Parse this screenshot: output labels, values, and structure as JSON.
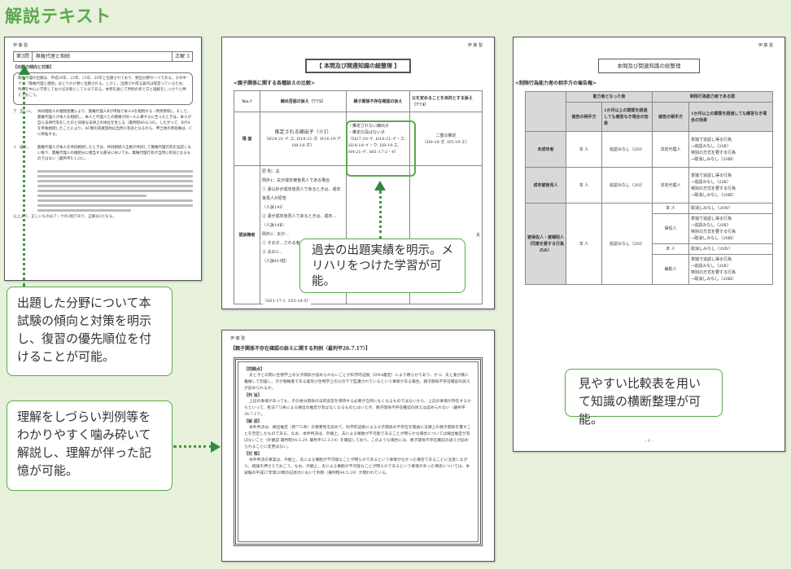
{
  "page_title": "解説テキスト",
  "doc1": {
    "school": "伊 藤 塾",
    "problem_no": "第3問",
    "problem_title": "無権代理と相続",
    "answer": "正解 3",
    "section": "【出題の傾向と対策】",
    "summary": "無権代理の出題は、平成28年、23年、21年、20年と出題されており、頻出分野の一つである。その中でも「無権代理と相続」はとりわけ頻く出題される。しかし、出題され得る論点は限定っているため、判例を中心に学習しておけば対策として十分である。本問を通じて判例の考え方と理解をしっかりと押えておこう。",
    "items": [
      {
        "mark": "ア",
        "verdict": "正しい。",
        "text": "共同相続人の相続放棄により、無権代理人Bが単独で本人Aを相続する（判例参照）。そして、無権代理人が本人を相続し、本人と代理人との資格が同一人に帰するに至ったときは、本人が自ら法律行為をしたのと同様な法律上の地位を生じる（最判昭40.6.18）。したがって、BがAを単独相続したことにより、AC間の売買契約は当然に有効となるから、甲土地の所有権は、Cに移転する。"
      },
      {
        "mark": "イ",
        "verdict": "誤り。",
        "text": "無権代理人が本人を共同相続したときは、共同相続人全員が共同して無権代理行為を追認しない限り、無権代理人の相続分に相当する部分においても、無権代理行為が当然に有効となるものではない（最判平5.1.21）。"
      }
    ],
    "footer": "以上より、正しいものはア・ウの2個であり、正解は3となる。"
  },
  "doc2": {
    "school": "伊 藤 塾",
    "heading": "【 本問及び関連知識の総整理 】",
    "subheading": "<親子関係に関する各種訴えの比較>",
    "table": {
      "headers": [
        "No.?",
        "嫡出否認の訴え（775）",
        "親子関係不存在確認の訴え",
        "父を定めることを目的とする訴え（773）"
      ],
      "row1": {
        "label": "場 面",
        "c1": "推定される嫡出子（※1）",
        "c1_refs": "（H24-21-イ,エ, H18-21-オ, H14-19-ア, H9-19-オ）",
        "c2_a": "・推定されない嫡出子",
        "c2_b": "・推定の及ばない子",
        "c2_refs": "（H27-20-イ, H18-21-イ・エ, H14-19-イ・ウ, H9-19-エ, H4-21-イ, S61-17-2・4）",
        "c3": "二重の推定",
        "c3_refs": "（H9-19-オ, H5-19-エ）"
      },
      "row2": {
        "label": "提訴権者",
        "c1_lines": [
          "原 則：夫",
          "例外1：夫が成年被後見人である場合",
          "① 妻以外が成年後見人であるときは、成年後見人が原告",
          "（人訴14Ⅰ）",
          "② 妻が成年後見人であるときは、成年…",
          "（人訴14Ⅱ）",
          "例外2：夫が…",
          "① その子…される者…",
          "② 夫の3…",
          "（人訴41Ⅰ但）",
          "（S61-17-1, S53-18-5）"
        ],
        "c3": "夫"
      }
    }
  },
  "callout_center": "過去の出題実績を明示。メリハリをつけた学習が可能。",
  "callout_left1": "出題した分野について本試験の傾向と対策を明示し、復習の優先順位を付けることが可能。",
  "callout_left2": "理解をしづらい判例等をわかりやすく噛み砕いて解説し、理解が伴った記憶が可能。",
  "callout_right": "見やすい比較表を用いて知識の横断整理が可能。",
  "doc3": {
    "school": "伊 藤 塾",
    "heading": "【親子関係不存在確認の訴えに関する判例（最判平26.7.17）】",
    "sections": [
      {
        "label": "【問題点】",
        "text": "夫と子との間に生物学上の父子関係が認められないことが科学的証拠（DNA鑑定）により明らかであり、かつ、夫と妻が既に離婚して別居し、子が親権者である妻及び生物学上の父の下で監護されているという事情がある場合、親子関係不存在確認の訴えが認められるか。"
      },
      {
        "label": "【判 旨】",
        "text": "上記の事情があっても、子の身分関係の法的安定を保持する必要が当然になくなるものではないから、上記の事情が存在するからといって、民法772条による嫡出の推定が及ばなくなるものとはいえず、親子関係不存在確認の訴えは認められない（最判平26.7.17）。"
      },
      {
        "label": "【解 説】",
        "text": "本件判決は、嫡出推定（民772条）の重要性を認めて、科学的証拠による父子関係の不存在を理由に法律上の親子関係を覆すことを否定したものである。なお、本件判決は、外観上、夫による懐胎が不可能であることが明らかな場合については嫡出推定が及ばないこと（外観説 最判昭44.5.29, 最判平12.3.14）を確認しており、このような場合には、親子関係不存在確認の訴えが認められることに変更はない。"
      },
      {
        "label": "【対 策】",
        "text": "本件判決の事案は、外観上、夫による懐胎が不可能なことが明らかであるという事情がなかった場合であることに注意しながら、結論を押さえておこう。なお、外観上、夫による懐胎が不可能なことが明らかであるという事情があった場合については、本試験の平成27年第20問の記述才において判例（最判昭44.5.29）が問われている。"
      }
    ]
  },
  "doc4": {
    "school": "伊 藤 塾",
    "heading": "本問及び関連知識の総整理",
    "subheading": "<制限行為能力者の相手方の催告権>",
    "table": {
      "group1": "能力者となった後",
      "group2": "制限行為能力者である間",
      "sub1": "催告の相手方",
      "sub2": "1か月以上の期間を経過しても確答なき場合の効果",
      "sub3": "催告の相手方",
      "sub4": "1か月以上の期間を経過しても確答なき場合の効果",
      "rows": [
        {
          "label": "未成年者",
          "p1": "本 人",
          "e1": "追認みなし（20Ⅰ）",
          "p2": "法定代理人",
          "e2": [
            "単独で追認し得る行為",
            "→追認みなし（20Ⅱ）",
            "特別の方式を要する行為",
            "→取消しみなし（20Ⅲ）"
          ]
        },
        {
          "label": "成年被後見人",
          "p1": "本 人",
          "e1": "追認みなし（20Ⅰ）",
          "p2": "法定代理人",
          "e2": [
            "単独で追認し得る行為",
            "→追認みなし（20Ⅱ）",
            "特別の方式を要する行為",
            "→取消しみなし（20Ⅲ）"
          ]
        },
        {
          "label": "被保佐人・被補助人（同意を要する行為のみ）",
          "p1": "本 人",
          "e1": "追認みなし（20Ⅰ）",
          "sub": [
            {
              "p2": "本 人",
              "e2": [
                "取消しみなし（20Ⅳ）"
              ]
            },
            {
              "p2": "保佐人",
              "e2": [
                "単独で追認し得る行為",
                "→追認みなし（20Ⅱ）",
                "特別の方式を要する行為",
                "→取消しみなし（20Ⅲ）"
              ]
            },
            {
              "p2": "本 人",
              "e2": [
                "取消しみなし（20Ⅳ）"
              ]
            },
            {
              "p2": "補助人",
              "e2": [
                "単独で追認し得る行為",
                "→追認みなし（20Ⅱ）",
                "特別の方式を要する行為",
                "→取消しみなし（20Ⅲ）"
              ]
            }
          ]
        }
      ]
    },
    "page_no": "- 1 -"
  },
  "colors": {
    "accent": "#5ba94c",
    "arrow": "#2e8b3c",
    "background": "#e7f1dc"
  }
}
